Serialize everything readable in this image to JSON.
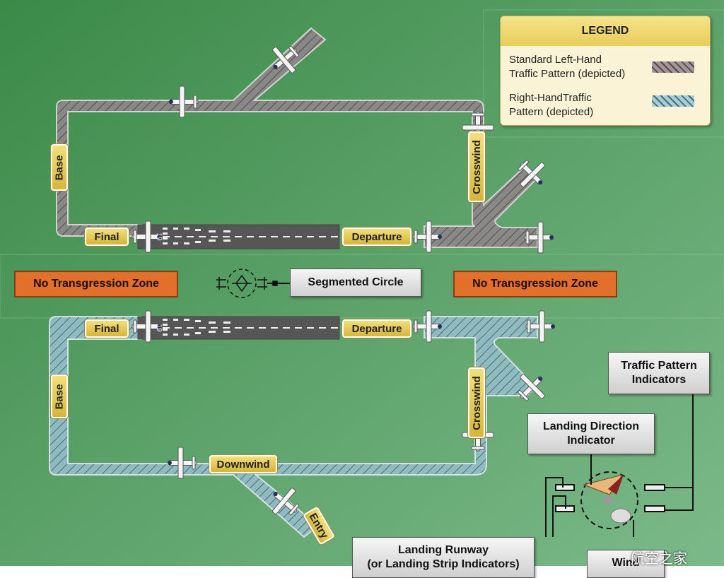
{
  "legend": {
    "title": "LEGEND",
    "left_hand": "Standard Left-Hand\nTraffic Pattern (depicted)",
    "right_hand": "Right-HandTraffic\nPattern (depicted)"
  },
  "upper_pattern": {
    "base": "Base",
    "final": "Final",
    "departure": "Departure",
    "crosswind": "Crosswind",
    "runway_number": "19"
  },
  "lower_pattern": {
    "base": "Base",
    "final": "Final",
    "departure": "Departure",
    "crosswind": "Crosswind",
    "downwind": "Downwind",
    "entry": "Entry",
    "runway_number": "19"
  },
  "zones": {
    "left": "No Transgression Zone",
    "right": "No Transgression Zone"
  },
  "callouts": {
    "segmented_circle": "Segmented Circle",
    "traffic_pattern_indicators": "Traffic Pattern\nIndicators",
    "landing_direction_indicator": "Landing Direction\nIndicator",
    "landing_runway": "Landing Runway\n(or Landing Strip Indicators)",
    "wind": "Wind"
  },
  "watermark": "航空之家",
  "colors": {
    "background": "#4f9a5a",
    "left_hand_pattern": "#8a8a8a",
    "right_hand_pattern": "#8fb9c2",
    "zone": "#e2702a",
    "label": "#e8cd5b"
  }
}
